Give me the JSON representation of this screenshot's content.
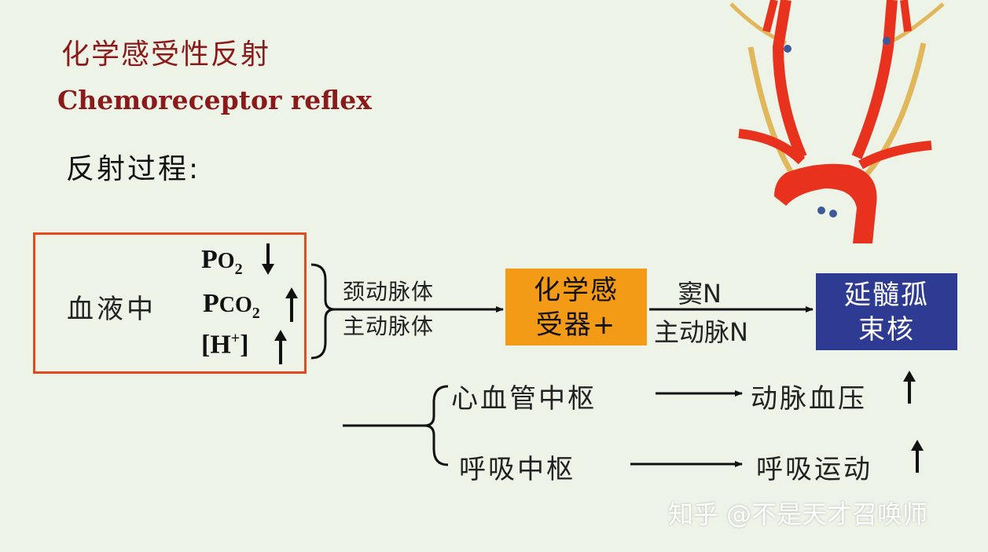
{
  "title_cn": "化学感受性反射",
  "title_en": "Chemoreceptor reflex",
  "process_label": "反射过程:",
  "blood": {
    "label": "血液中",
    "po2": {
      "main": "P",
      "sub": "O",
      "sub2": "2"
    },
    "pco2": {
      "main": "P",
      "sub": "CO",
      "sub2": "2"
    },
    "hplus": {
      "main": "[H",
      "sup": "+",
      "end": "]"
    }
  },
  "pathways": {
    "carotid": "颈动脉体",
    "aortic": "主动脉体"
  },
  "chemoreceptor": {
    "line1": "化学感",
    "line2": "受器+"
  },
  "nerves": {
    "sinus": "窦N",
    "aortic": "主动脉N"
  },
  "nts": {
    "line1": "延髓孤",
    "line2": "束核"
  },
  "outputs": {
    "cv_center": "心血管中枢",
    "blood_pressure": "动脉血压",
    "resp_center": "呼吸中枢",
    "resp_movement": "呼吸运动"
  },
  "watermark": "知乎 @不是天才召唤师",
  "colors": {
    "title": "#8b1a1a",
    "box_border": "#e24a22",
    "chemoreceptor_fill": "#f39a16",
    "nts_fill": "#2e3b92",
    "artery": "#e8321e",
    "nerve": "#e0b75a"
  },
  "icons": {
    "artery_illustration": "carotid-aortic-artery-icon"
  }
}
